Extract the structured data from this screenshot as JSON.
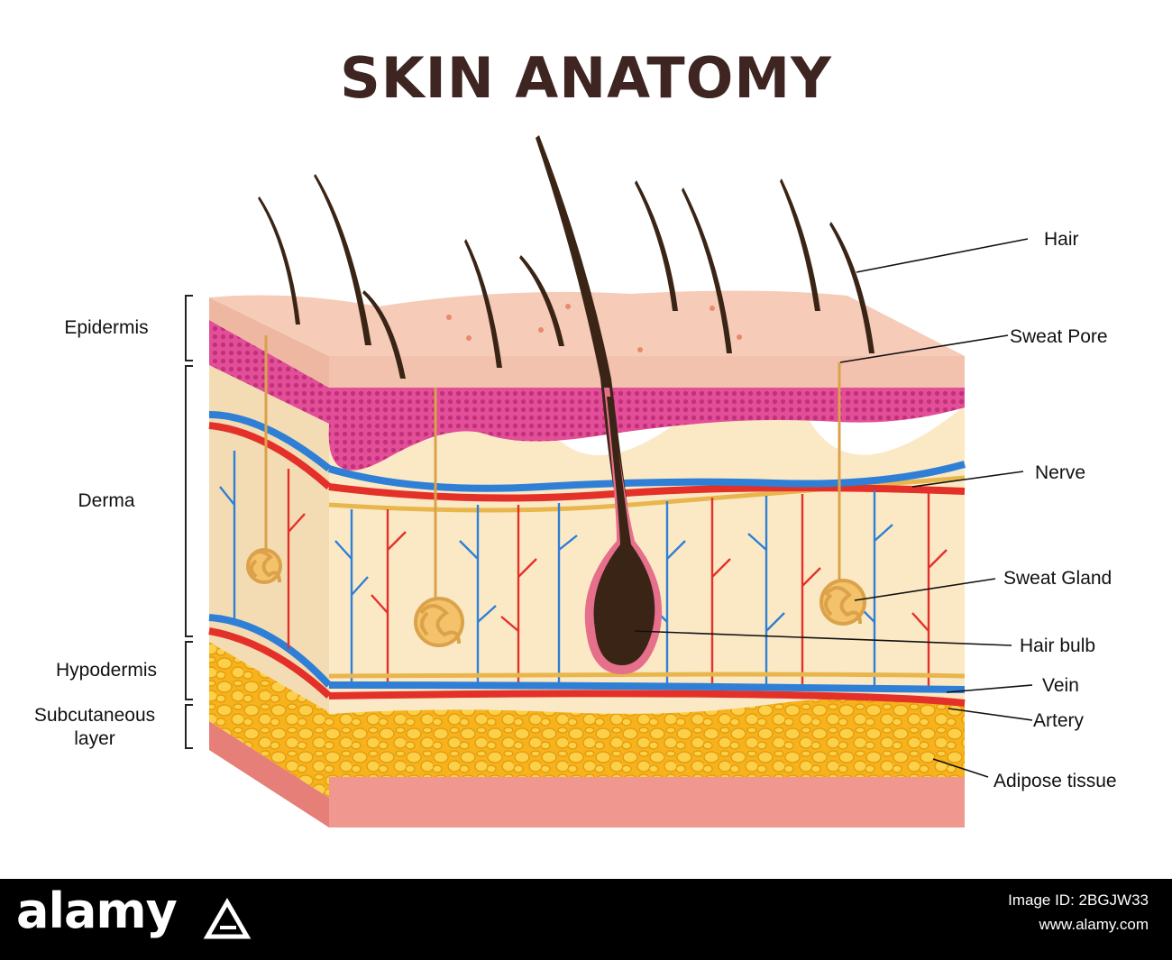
{
  "title": "SKIN ANATOMY",
  "colors": {
    "title": "#3e2522",
    "epidermis_surface": "#f3c2ae",
    "epidermis_pink": "#e24e98",
    "derma": "#fbe9c6",
    "hypodermis_fat": "#f7b21c",
    "muscle": "#f0978f",
    "artery": "#e3312a",
    "vein": "#2f7fd6",
    "nerve": "#e9b64e",
    "hair": "#3a2415"
  },
  "left_labels": {
    "epidermis": "Epidermis",
    "derma": "Derma",
    "hypodermis": "Hypodermis",
    "subcutaneous_line1": "Subcutaneous",
    "subcutaneous_line2": "layer"
  },
  "right_labels": {
    "hair": "Hair",
    "sweat_pore": "Sweat Pore",
    "nerve": "Nerve",
    "sweat_gland": "Sweat Gland",
    "hair_bulb": "Hair bulb",
    "vein": "Vein",
    "artery": "Artery",
    "adipose": "Adipose tissue"
  },
  "footer": {
    "logo": "alamy",
    "image_id_label": "Image ID: 2BGJW33",
    "site": "www.alamy.com"
  }
}
